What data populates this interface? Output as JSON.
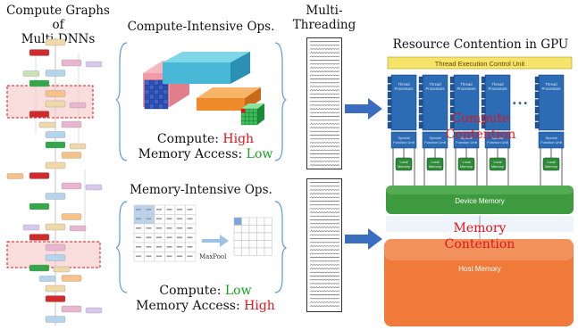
{
  "left_title_line1": "Compute Graphs of",
  "left_title_line2": "Multi-DNNs",
  "compute_ops_title": "Compute-Intensive Ops.",
  "compute_ops_compute_label": "Compute: ",
  "compute_ops_compute_value": "High",
  "compute_ops_memory_label": "Memory Access: ",
  "compute_ops_memory_value": "Low",
  "memory_ops_title": "Memory-Intensive Ops.",
  "maxpool_label": "MaxPool",
  "memory_ops_compute_label": "Compute: ",
  "memory_ops_compute_value": "Low",
  "memory_ops_memory_label": "Memory Access: ",
  "memory_ops_memory_value": "High",
  "threading_title_line1": "Multi-",
  "threading_title_line2": "Threading",
  "gpu_title": "Resource Contention in GPU",
  "thread_control_unit": "Thread Execution Control Unit",
  "thread_processor_label": "Thread",
  "thread_processor_label2": "Processors",
  "special_function_label": "Special",
  "special_function_label2": "Function Unit",
  "local_memory_label": "Local",
  "local_memory_label2": "Memory",
  "ellipsis": "• • •",
  "compute_contention_line1": "Compute",
  "compute_contention_line2": "Contention",
  "device_memory": "Device Memory",
  "memory_contention_line1": "Memory",
  "memory_contention_line2": "Contention",
  "host_memory": "Host Memory",
  "colors": {
    "accent_red": "#e0141a",
    "accent_green": "#19a020",
    "arrow_blue": "#3a6cbf",
    "processor_blue": "#2b6cb5",
    "device_memory_green": "#3e9a3e",
    "host_memory_orange": "#f07a3a",
    "control_unit_yellow": "#f5e36a"
  }
}
